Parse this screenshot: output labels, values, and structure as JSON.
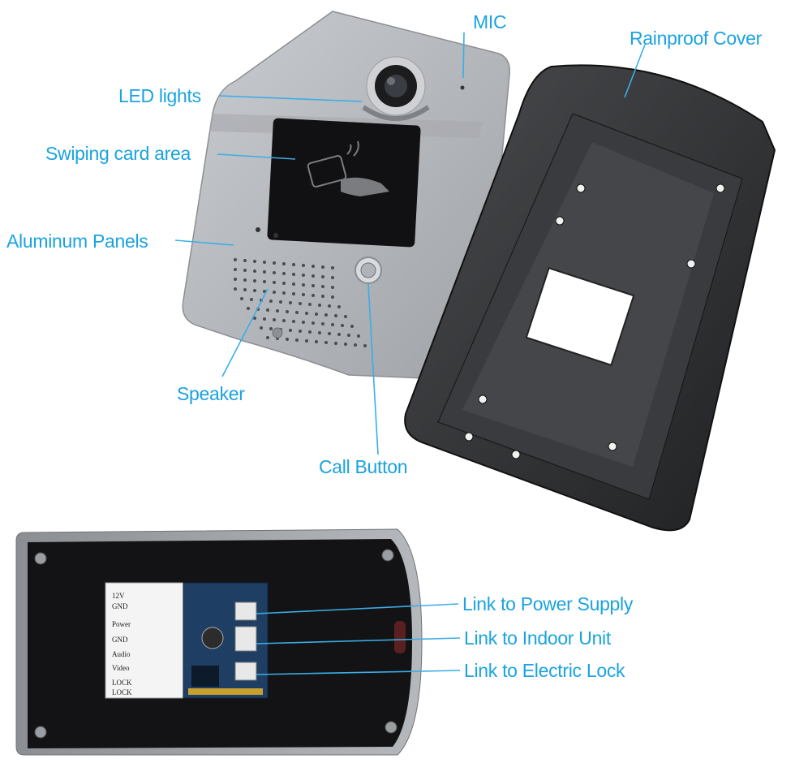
{
  "callouts": {
    "mic": "MIC",
    "rainproof_cover": "Rainproof Cover",
    "led_lights": "LED lights",
    "swiping_card_area": "Swiping card area",
    "aluminum_panels": "Aluminum Panels",
    "speaker": "Speaker",
    "call_button": "Call Button",
    "power_supply": "Link to Power Supply",
    "indoor_unit": "Link to Indoor Unit",
    "electric_lock": "Link to Electric Lock"
  },
  "terminal_labels": [
    "12V",
    "GND",
    "Power",
    "GND",
    "Audio",
    "Video",
    "LOCK",
    "LOCK"
  ],
  "colors": {
    "callout_text": "#1aa3e0",
    "callout_line": "#3aaee6",
    "panel": "#b9bcc0",
    "cover": "#2e2f31"
  }
}
